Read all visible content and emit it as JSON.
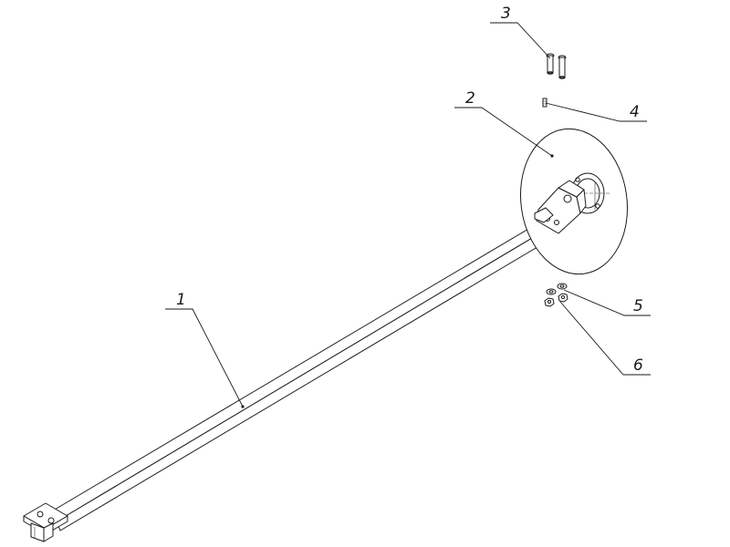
{
  "callouts": [
    {
      "number": "1",
      "part": "beam"
    },
    {
      "number": "2",
      "part": "disc"
    },
    {
      "number": "3",
      "part": "bolts"
    },
    {
      "number": "4",
      "part": "pin"
    },
    {
      "number": "5",
      "part": "washers"
    },
    {
      "number": "6",
      "part": "nuts"
    }
  ]
}
